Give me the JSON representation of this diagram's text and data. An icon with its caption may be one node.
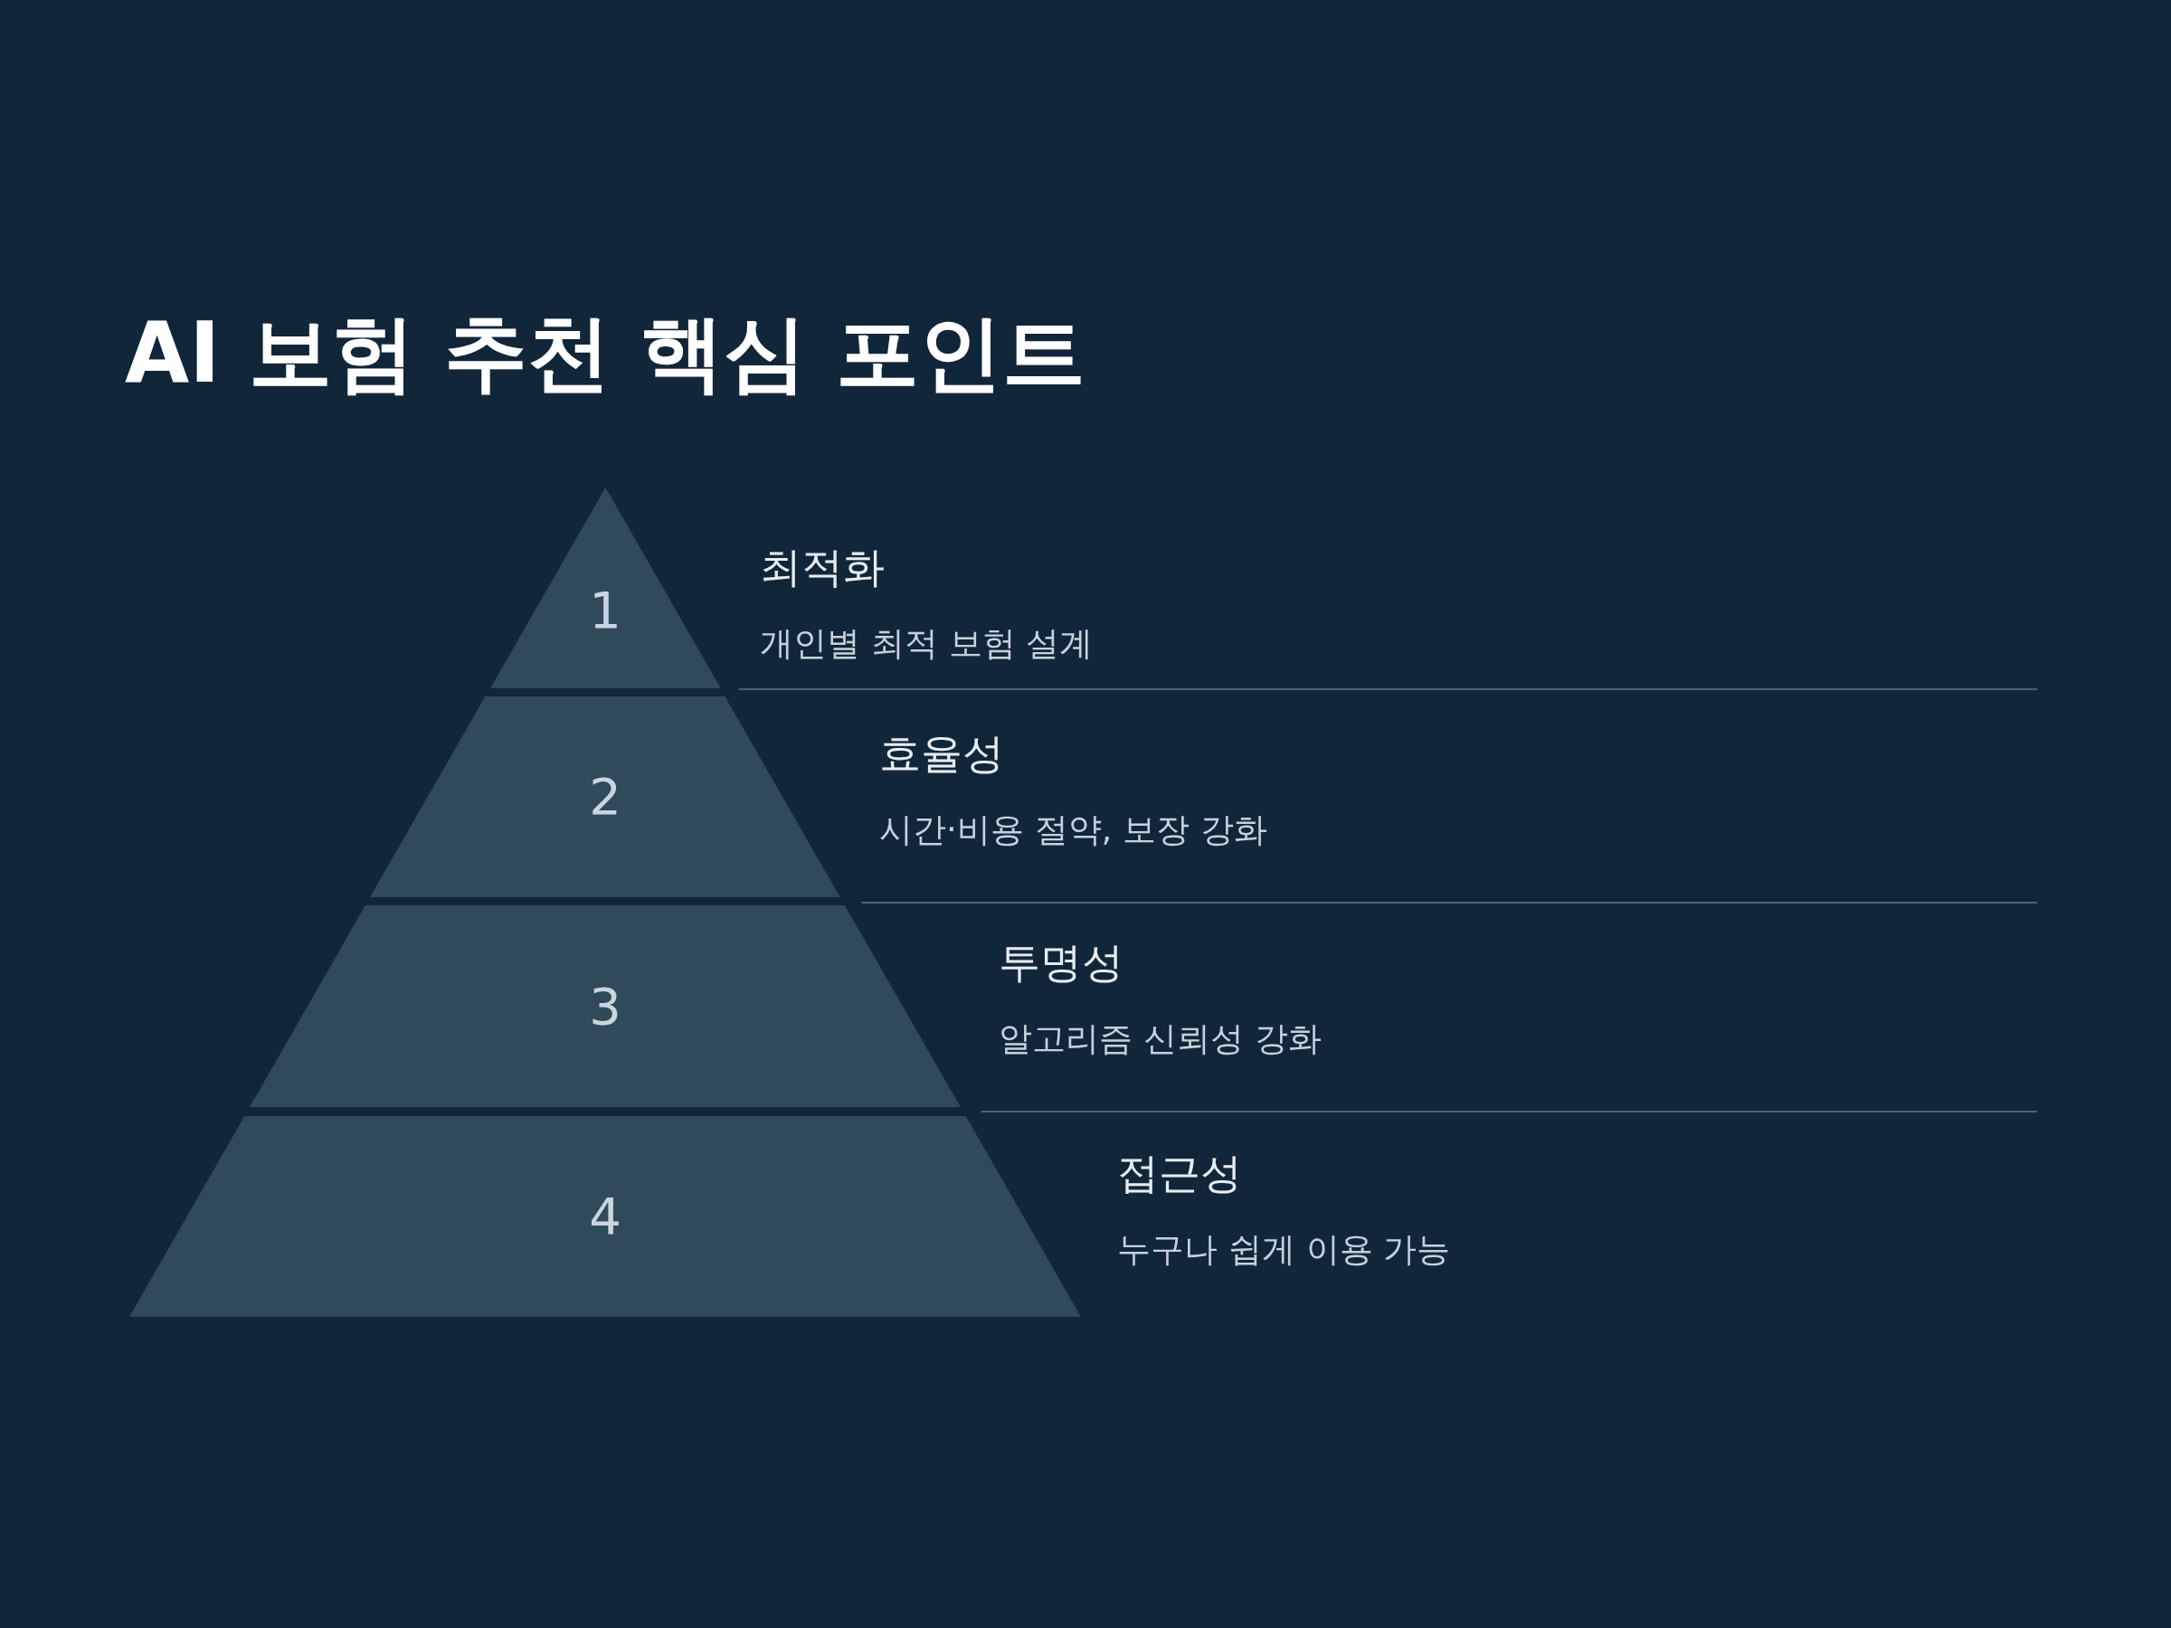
{
  "diagram": {
    "title": "AI 보험 추천 핵심 포인트",
    "nodes": [
      {
        "text": [
          "1"
        ],
        "beside": [
          "최적화",
          "개인별 최적 보험 설계"
        ]
      },
      {
        "text": [
          "2"
        ],
        "beside": [
          "효율성",
          "시간·비용 절약, 보장 강화"
        ]
      },
      {
        "text": [
          "3"
        ],
        "beside": [
          "투명성",
          "알고리즘 신뢰성 강화"
        ]
      },
      {
        "text": [
          "4"
        ],
        "beside": [
          "접근성",
          "누구나 쉽게 이용 가능"
        ]
      }
    ]
  }
}
